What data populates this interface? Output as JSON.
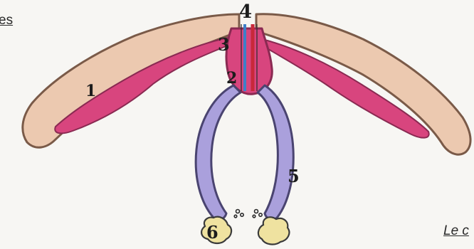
{
  "captions": {
    "top_fragment": "es",
    "bottom_fragment": "Le c"
  },
  "labels": {
    "n1": "1",
    "n2": "2",
    "n3": "3",
    "n4": "4",
    "n5": "5",
    "n6": "6"
  },
  "colors": {
    "background": "#f7f6f3",
    "bone_beige": "#ecc9b0",
    "bone_outline": "#7a5a48",
    "pink_tissue": "#d8457e",
    "pink_outline": "#8a2a52",
    "lavender": "#aaa0dc",
    "lavender_outline": "#4a4470",
    "yellow_glands": "#efe2a0",
    "blue_vessel": "#3d7fc8",
    "red_vessel": "#c8283a"
  }
}
